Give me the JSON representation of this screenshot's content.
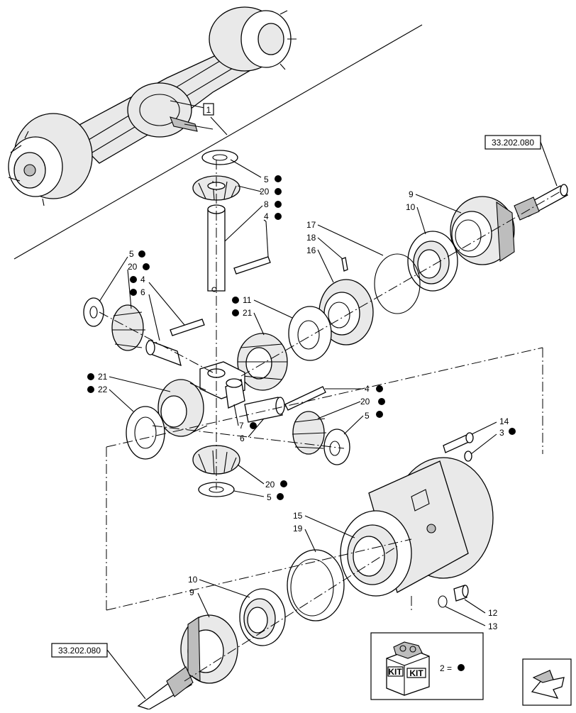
{
  "refs": {
    "ref_top": "33.202.080",
    "ref_bottom": "33.202.080",
    "assembly": "1"
  },
  "callouts": {
    "c5a": "5",
    "c20a": "20",
    "c8": "8",
    "c4a": "4",
    "c5b": "5",
    "c20b": "20",
    "c4b": "4",
    "c6a": "6",
    "c11": "11",
    "c21a": "21",
    "c17": "17",
    "c18": "18",
    "c16": "16",
    "c9a": "9",
    "c10a": "10",
    "c21b": "21",
    "c22": "22",
    "c4c": "4",
    "c20c": "20",
    "c5c": "5",
    "c7": "7",
    "c6b": "6",
    "c14": "14",
    "c3": "3",
    "c20d": "20",
    "c5d": "5",
    "c15": "15",
    "c19": "19",
    "c10b": "10",
    "c9b": "9",
    "c12": "12",
    "c13": "13"
  },
  "legend": {
    "kit_label_1": "KIT",
    "kit_label_2": "KIT",
    "equation": "2 ="
  },
  "icons": {
    "marker": "filled-dot",
    "nav": "arrow-nav-icon"
  }
}
